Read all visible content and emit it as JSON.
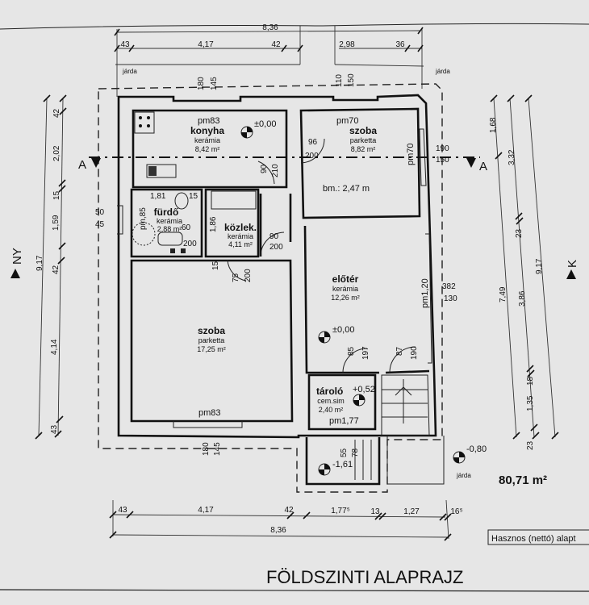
{
  "title": "FÖLDSZINTI ALAPRAJZ",
  "total_area": "80,71 m²",
  "net_area_label": "Hasznos (nettó) alapt",
  "orientation": {
    "left": "NY",
    "right": "K"
  },
  "section_label": "A",
  "sidewalk_label": "járda",
  "rooms": {
    "konyha": {
      "name": "konyha",
      "floor": "kerámia",
      "area": "8,42 m²",
      "sill": "pm83",
      "level": "±0,00"
    },
    "szoba_small": {
      "name": "szoba",
      "floor": "parketta",
      "area": "8,82 m²",
      "sill": "pm70",
      "sill_side": "pm70",
      "height": "bm.: 2,47 m"
    },
    "furdo": {
      "name": "fürdő",
      "floor": "kerámia",
      "area": "2,88 m²",
      "sill": "pm,85"
    },
    "kozlek": {
      "name": "közlek.",
      "floor": "kerámia",
      "area": "4,11 m²"
    },
    "szoba_large": {
      "name": "szoba",
      "floor": "parketta",
      "area": "17,25 m²",
      "sill": "pm83"
    },
    "eloter": {
      "name": "előtér",
      "floor": "kerámia",
      "area": "12,26 m²",
      "sill": "pm1,20",
      "level": "±0,00"
    },
    "tarolo": {
      "name": "tároló",
      "floor": "cem.sim",
      "area": "2,40 m²",
      "sill": "pm1,77",
      "level": "+0,52"
    }
  },
  "levels": {
    "entry": "-1,61",
    "outside": "-0,80"
  },
  "openings": [
    "180",
    "145",
    "110",
    "150",
    "96",
    "200",
    "90",
    "210",
    "1,81",
    "15",
    "60",
    "200",
    "1,86",
    "90",
    "200",
    "15",
    "75",
    "200",
    "50",
    "45",
    "190",
    "150",
    "382",
    "130",
    "85",
    "197",
    "87",
    "190",
    "180",
    "145",
    "55",
    "78"
  ],
  "dims_top": {
    "total": "8,36",
    "segments": [
      "43",
      "4,17",
      "42",
      "2,98",
      "36"
    ]
  },
  "dims_bottom": {
    "total": "8,36",
    "segments": [
      "43",
      "4,17",
      "42",
      "1,77⁵",
      "13",
      "1,27",
      "16⁵"
    ]
  },
  "dims_left": {
    "total": "9,17",
    "segments": [
      "42",
      "2,02",
      "15",
      "1,59",
      "42",
      "4,14",
      "43"
    ]
  },
  "dims_right": {
    "total": "9,17",
    "inner_a": [
      "1,68",
      "7,49"
    ],
    "inner_b": [
      "3,32",
      "23",
      "3,86",
      "18",
      "1,35",
      "23"
    ]
  }
}
